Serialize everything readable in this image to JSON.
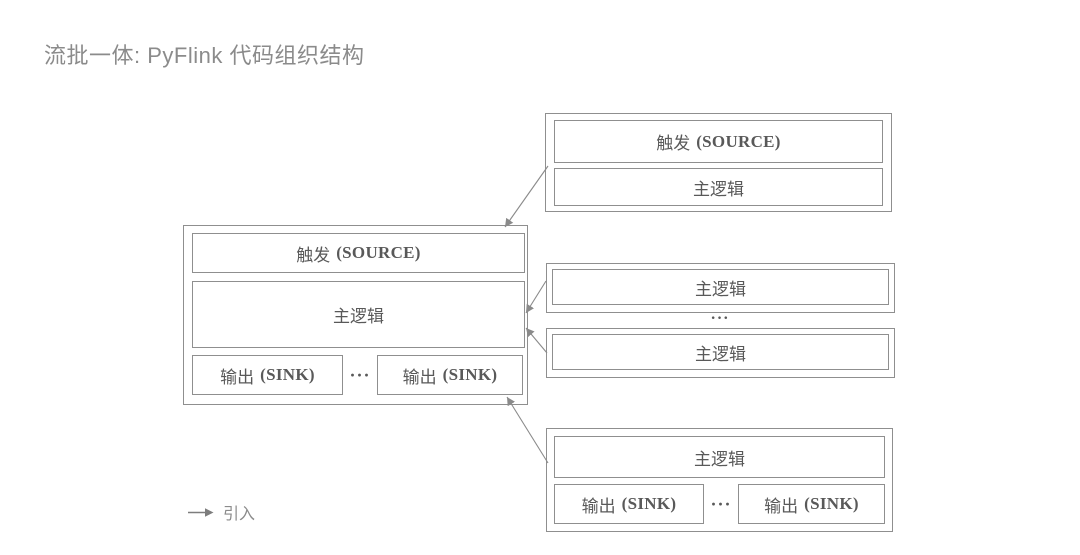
{
  "title": "流批一体: PyFlink 代码组织结构",
  "labels": {
    "trigger_zh": "触发",
    "trigger_en": "(SOURCE)",
    "main_logic": "主逻辑",
    "output_zh": "输出",
    "output_en": "(SINK)",
    "ellipsis": "···"
  },
  "legend": {
    "label": "引入"
  },
  "colors": {
    "border": "#8f8f8f",
    "box_text": "#595959",
    "title": "#8b8b8b",
    "arrow": "#8a8a8a"
  },
  "diagram": {
    "arrow_meaning": "引入",
    "connections": [
      {
        "from": "top-right-job",
        "to": "main-job-top"
      },
      {
        "from": "logic-module-1",
        "to": "main-job-logic"
      },
      {
        "from": "logic-module-2",
        "to": "main-job-logic"
      },
      {
        "from": "bottom-right-job",
        "to": "main-job-sink"
      }
    ]
  }
}
